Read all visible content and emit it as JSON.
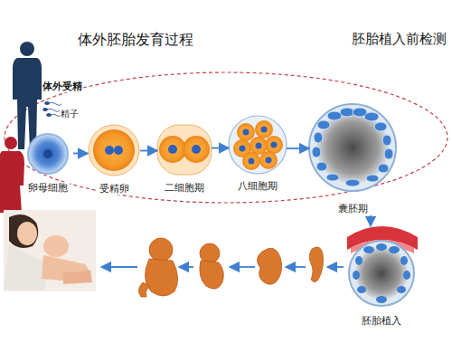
{
  "diagram": {
    "title": "体外胚胎发育过程",
    "nodes": [
      {
        "text": [
          "卵母细胞"
        ]
      },
      {
        "text": [
          "受精卵"
        ]
      },
      {
        "text": [
          "二细胞期"
        ]
      },
      {
        "text": [
          "八细胞期"
        ]
      },
      {
        "text": [
          "囊胚期"
        ]
      },
      {
        "text": [
          "胚胎植入"
        ]
      }
    ],
    "edges": [
      {
        "from": 0,
        "to": 1,
        "arrow": "to"
      },
      {
        "from": 1,
        "to": 2,
        "arrow": "to"
      },
      {
        "from": 2,
        "to": 3,
        "arrow": "to"
      },
      {
        "from": 3,
        "to": 4,
        "arrow": "to"
      },
      {
        "from": 4,
        "to": 5,
        "arrow": "to"
      }
    ],
    "labels": [
      "体外受精",
      "精子",
      "胚胎植入前检测"
    ]
  }
}
